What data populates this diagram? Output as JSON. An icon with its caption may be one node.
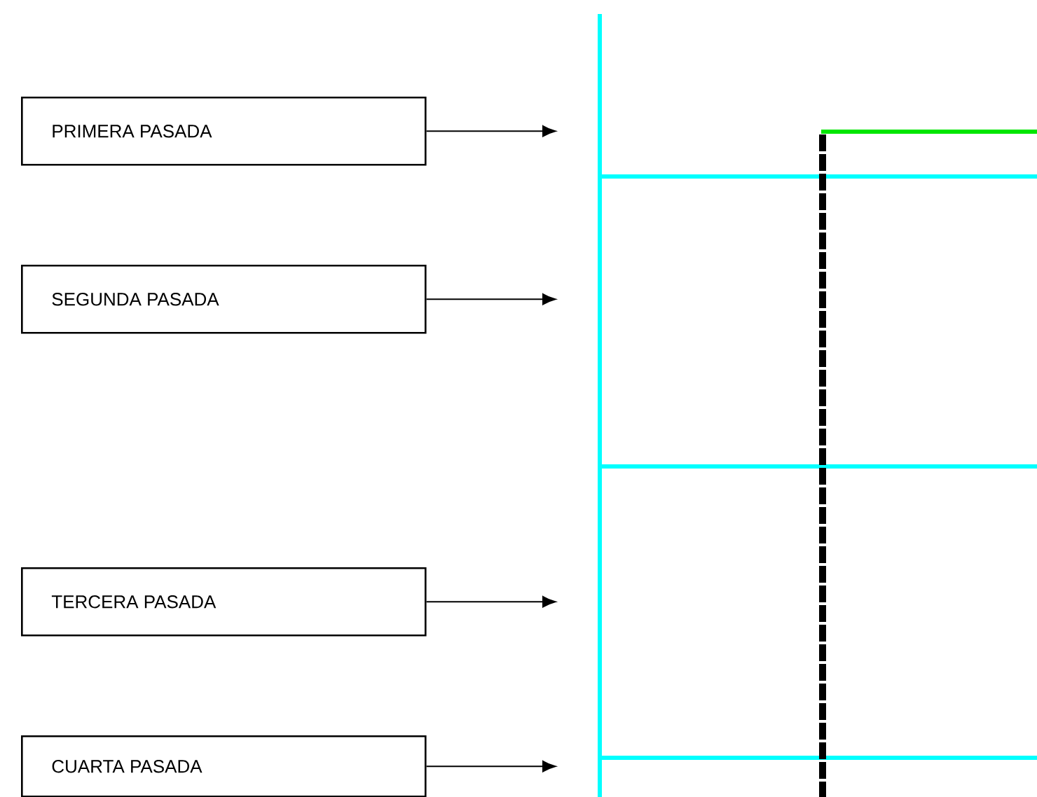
{
  "diagram": {
    "nodes": [
      {
        "text": [
          "PRIMERA PASADA"
        ]
      },
      {
        "text": [
          "SEGUNDA PASADA"
        ]
      },
      {
        "text": [
          "TERCERA PASADA"
        ]
      },
      {
        "text": [
          "CUARTA PASADA"
        ]
      }
    ],
    "edges": [
      {
        "from": 0,
        "to": null,
        "arrow": "to"
      },
      {
        "from": 1,
        "to": null,
        "arrow": "to"
      },
      {
        "from": 2,
        "to": null,
        "arrow": "to"
      },
      {
        "from": 3,
        "to": null,
        "arrow": "to"
      }
    ]
  }
}
